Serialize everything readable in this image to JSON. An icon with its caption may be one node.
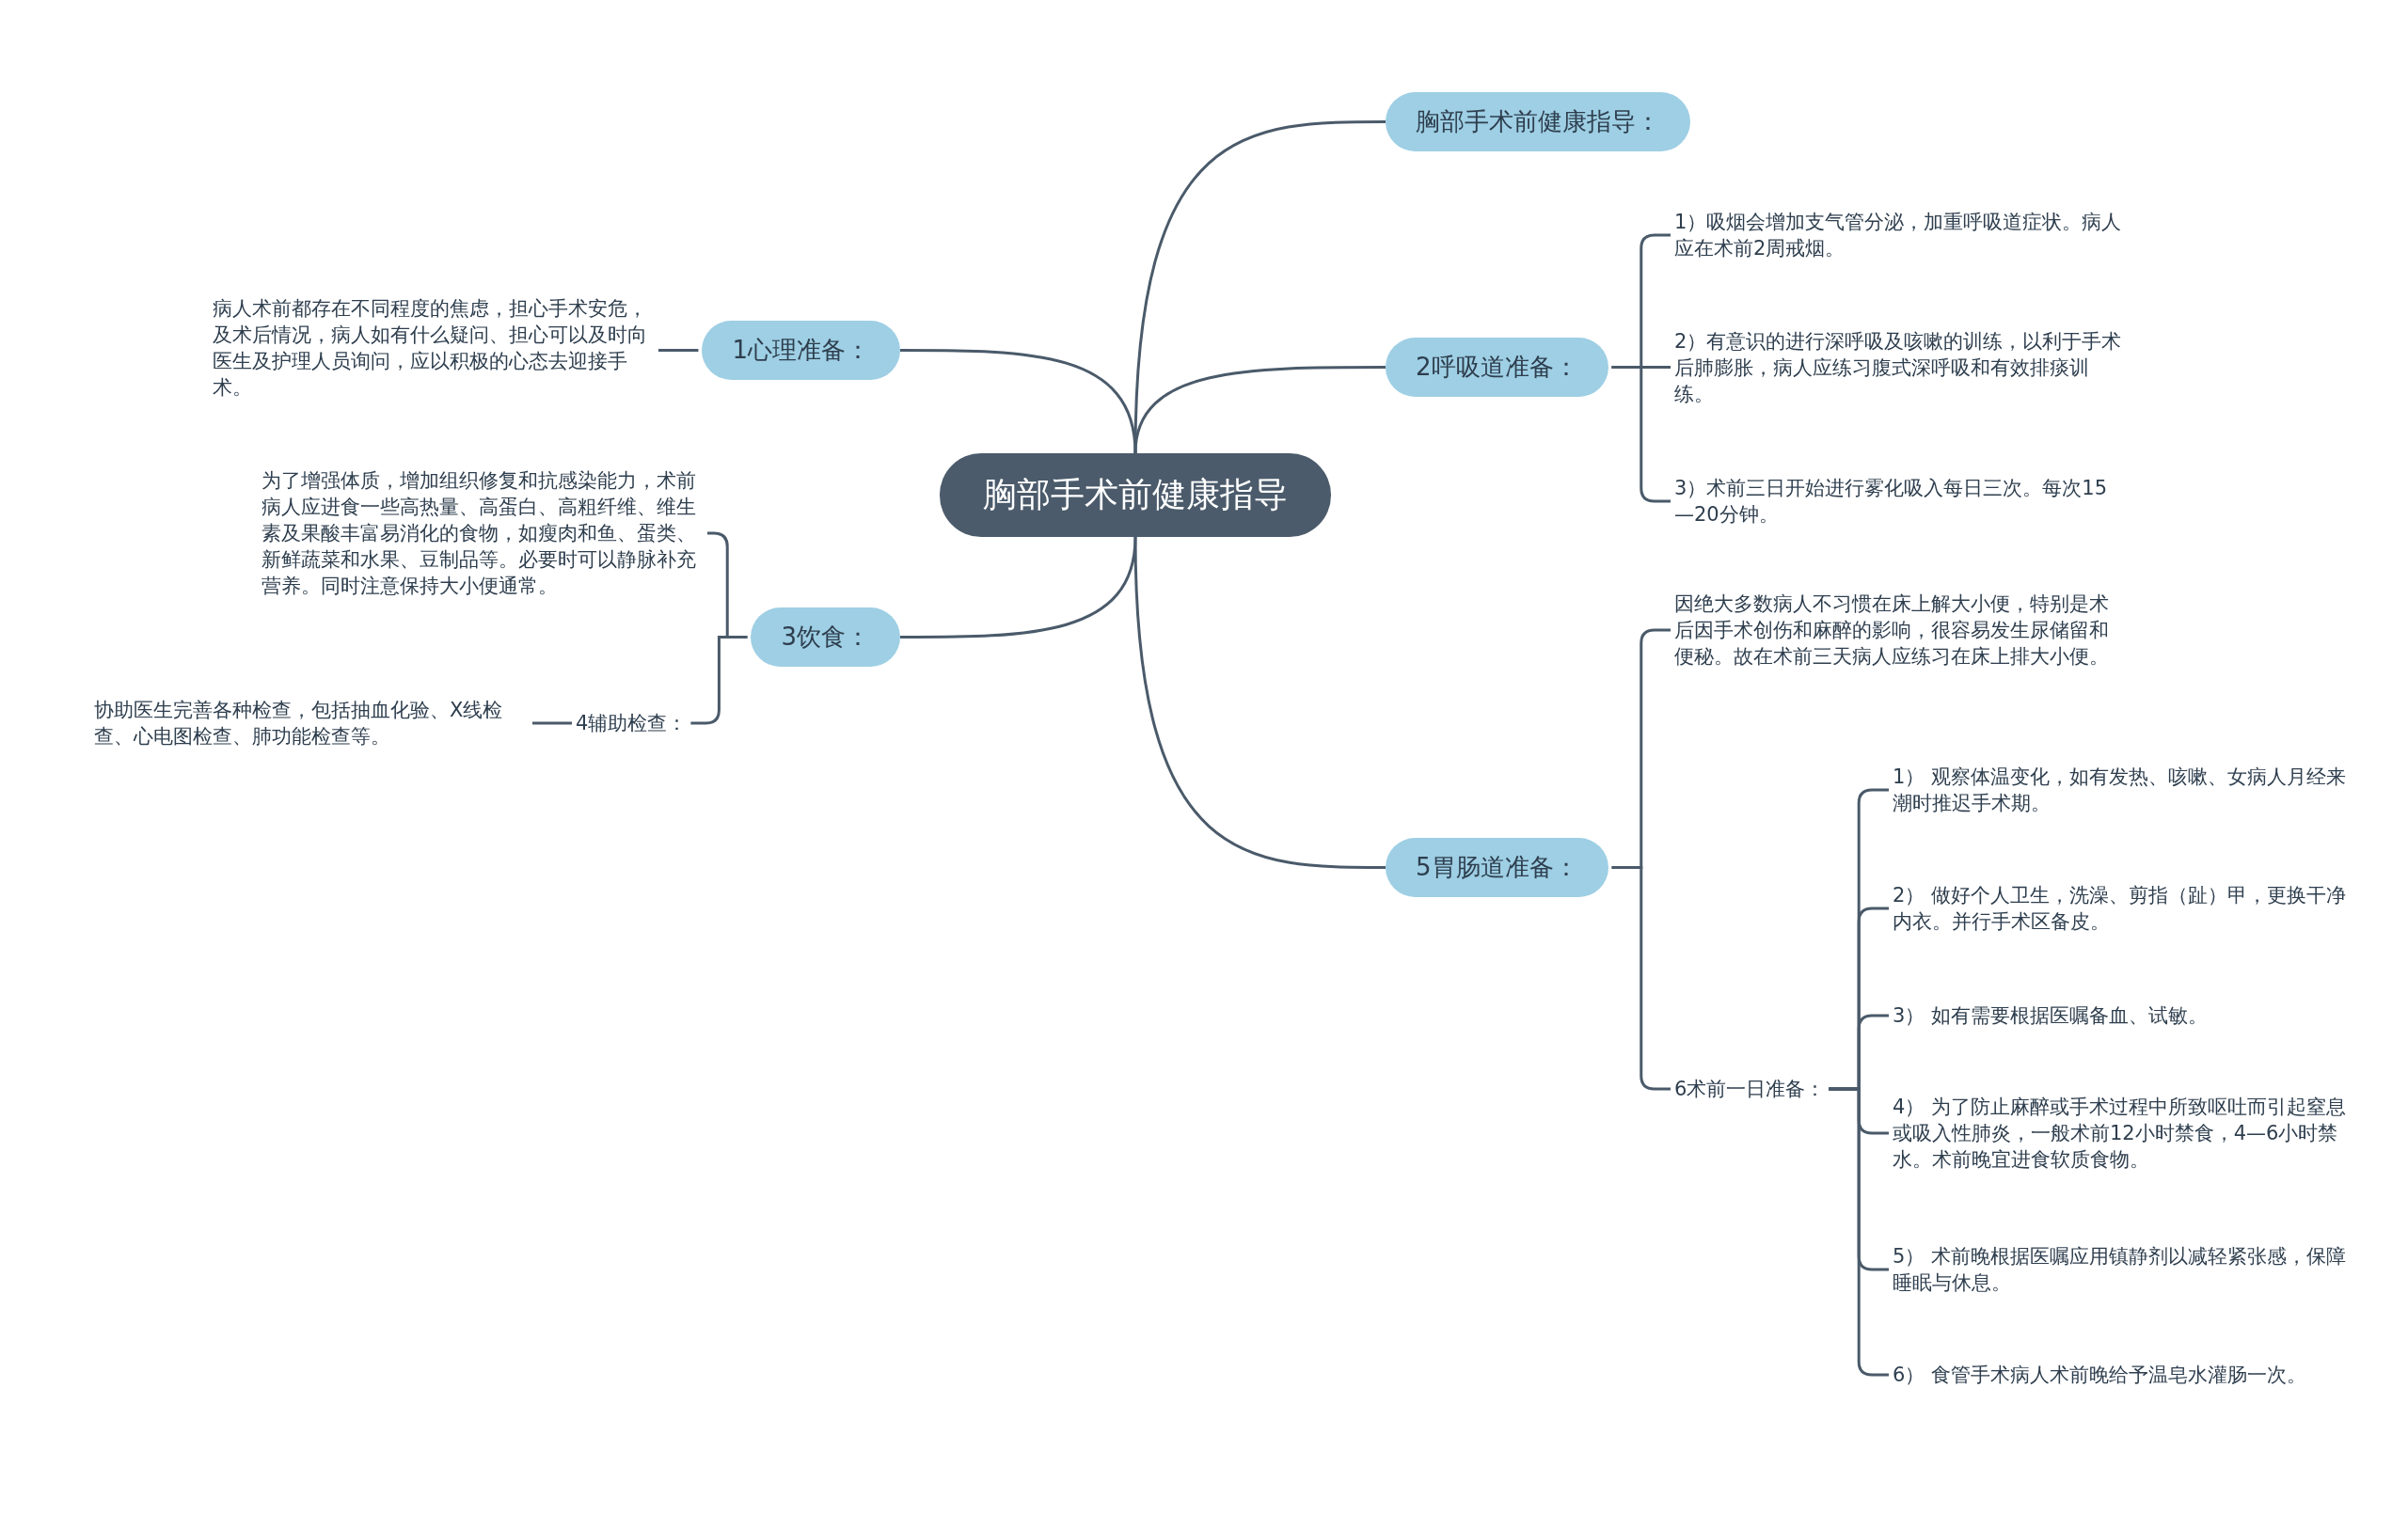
{
  "diagram": {
    "nodes": [
      {
        "text": [
          "胸部手术前健康指导"
        ]
      },
      {
        "text": [
          "胸部手术前健康指导："
        ]
      },
      {
        "text": [
          "2呼吸道准备："
        ]
      },
      {
        "text": [
          "1）吸烟会增加支气管分泌，加重呼吸道症状。病人应在术前2周戒烟。"
        ]
      },
      {
        "text": [
          "2）有意识的进行深呼吸及咳嗽的训练，以利于手术后肺膨胀，病人应练习腹式深呼吸和有效排痰训练。"
        ]
      },
      {
        "text": [
          "3）术前三日开始进行雾化吸入每日三次。每次15—20分钟。"
        ]
      },
      {
        "text": [
          "5胃肠道准备："
        ]
      },
      {
        "text": [
          "因绝大多数病人不习惯在床上解大小便，特别是术后因手术创伤和麻醉的影响，很容易发生尿储留和便秘。故在术前三天病人应练习在床上排大小便。"
        ]
      },
      {
        "text": [
          "6术前一日准备："
        ]
      },
      {
        "text": [
          "1） 观察体温变化，如有发热、咳嗽、女病人月经来潮时推迟手术期。"
        ]
      },
      {
        "text": [
          "2） 做好个人卫生，洗澡、剪指（趾）甲，更换干净内衣。并行手术区备皮。"
        ]
      },
      {
        "text": [
          "3） 如有需要根据医嘱备血、试敏。"
        ]
      },
      {
        "text": [
          "4） 为了防止麻醉或手术过程中所致呕吐而引起窒息或吸入性肺炎，一般术前12小时禁食，4—6小时禁水。术前晚宜进食软质食物。"
        ]
      },
      {
        "text": [
          "5） 术前晚根据医嘱应用镇静剂以减轻紧张感，保障睡眠与休息。"
        ]
      },
      {
        "text": [
          "6） 食管手术病人术前晚给予温皂水灌肠一次。"
        ]
      },
      {
        "text": [
          "1心理准备："
        ]
      },
      {
        "text": [
          "病人术前都存在不同程度的焦虑，担心手术安危，及术后情况，病人如有什么疑问、担心可以及时向医生及护理人员询问，应以积极的心态去迎接手术。"
        ]
      },
      {
        "text": [
          "3饮食："
        ]
      },
      {
        "text": [
          "为了增强体质，增加组织修复和抗感染能力，术前病人应进食一些高热量、高蛋白、高粗纤维、维生素及果酸丰富易消化的食物，如瘦肉和鱼、蛋类、新鲜蔬菜和水果、豆制品等。必要时可以静脉补充营养。同时注意保持大小便通常。"
        ]
      },
      {
        "text": [
          "4辅助检查："
        ]
      },
      {
        "text": [
          "协助医生完善各种检查，包括抽血化验、X线检查、心电图检查、肺功能检查等。"
        ]
      }
    ],
    "edges": [
      {
        "from": 0,
        "to": 1,
        "arrow": "none"
      },
      {
        "from": 0,
        "to": 2,
        "arrow": "none"
      },
      {
        "from": 2,
        "to": 3,
        "arrow": "none"
      },
      {
        "from": 2,
        "to": 4,
        "arrow": "none"
      },
      {
        "from": 2,
        "to": 5,
        "arrow": "none"
      },
      {
        "from": 0,
        "to": 6,
        "arrow": "none"
      },
      {
        "from": 6,
        "to": 7,
        "arrow": "none"
      },
      {
        "from": 6,
        "to": 8,
        "arrow": "none"
      },
      {
        "from": 8,
        "to": 9,
        "arrow": "none"
      },
      {
        "from": 8,
        "to": 10,
        "arrow": "none"
      },
      {
        "from": 8,
        "to": 11,
        "arrow": "none"
      },
      {
        "from": 8,
        "to": 12,
        "arrow": "none"
      },
      {
        "from": 8,
        "to": 13,
        "arrow": "none"
      },
      {
        "from": 8,
        "to": 14,
        "arrow": "none"
      },
      {
        "from": 0,
        "to": 15,
        "arrow": "none"
      },
      {
        "from": 15,
        "to": 16,
        "arrow": "none"
      },
      {
        "from": 0,
        "to": 17,
        "arrow": "none"
      },
      {
        "from": 17,
        "to": 18,
        "arrow": "none"
      },
      {
        "from": 17,
        "to": 19,
        "arrow": "none"
      },
      {
        "from": 19,
        "to": 20,
        "arrow": "none"
      }
    ]
  }
}
